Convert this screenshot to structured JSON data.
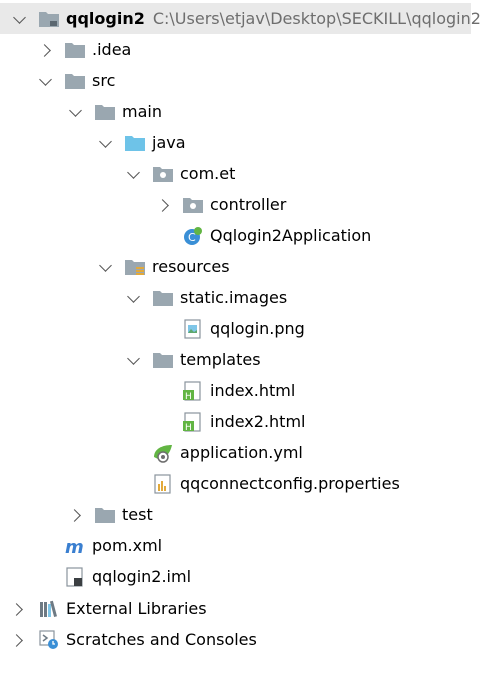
{
  "project": {
    "name": "qqlogin2",
    "path": "C:\\Users\\etjav\\Desktop\\SECKILL\\qqlogin2"
  },
  "tree": {
    "idea": ".idea",
    "src": "src",
    "main": "main",
    "java": "java",
    "com_et": "com.et",
    "controller": "controller",
    "app_class": "Qqlogin2Application",
    "resources": "resources",
    "static_images": "static.images",
    "qqlogin_png": "qqlogin.png",
    "templates": "templates",
    "index_html": "index.html",
    "index2_html": "index2.html",
    "application_yml": "application.yml",
    "qqconnect": "qqconnectconfig.properties",
    "test": "test",
    "pom": "pom.xml",
    "iml": "qqlogin2.iml",
    "external_libraries": "External Libraries",
    "scratches": "Scratches and Consoles"
  },
  "colors": {
    "folder": "#9aa7b0",
    "source_folder": "#6ec3e8",
    "selected_row": "#e9e9e9",
    "html_green": "#62b543",
    "maven_blue": "#3a7fd0"
  },
  "icons": {
    "project": "module-folder-icon",
    "folder": "folder-icon",
    "source_folder": "source-folder-icon",
    "package": "package-icon",
    "resources": "resources-folder-icon",
    "spring_class": "spring-boot-class-icon",
    "image": "image-file-icon",
    "html": "html-file-icon",
    "yml": "spring-yml-icon",
    "properties": "properties-file-icon",
    "maven": "maven-icon",
    "iml": "iml-file-icon",
    "libraries": "external-libraries-icon",
    "scratches": "scratches-icon"
  }
}
